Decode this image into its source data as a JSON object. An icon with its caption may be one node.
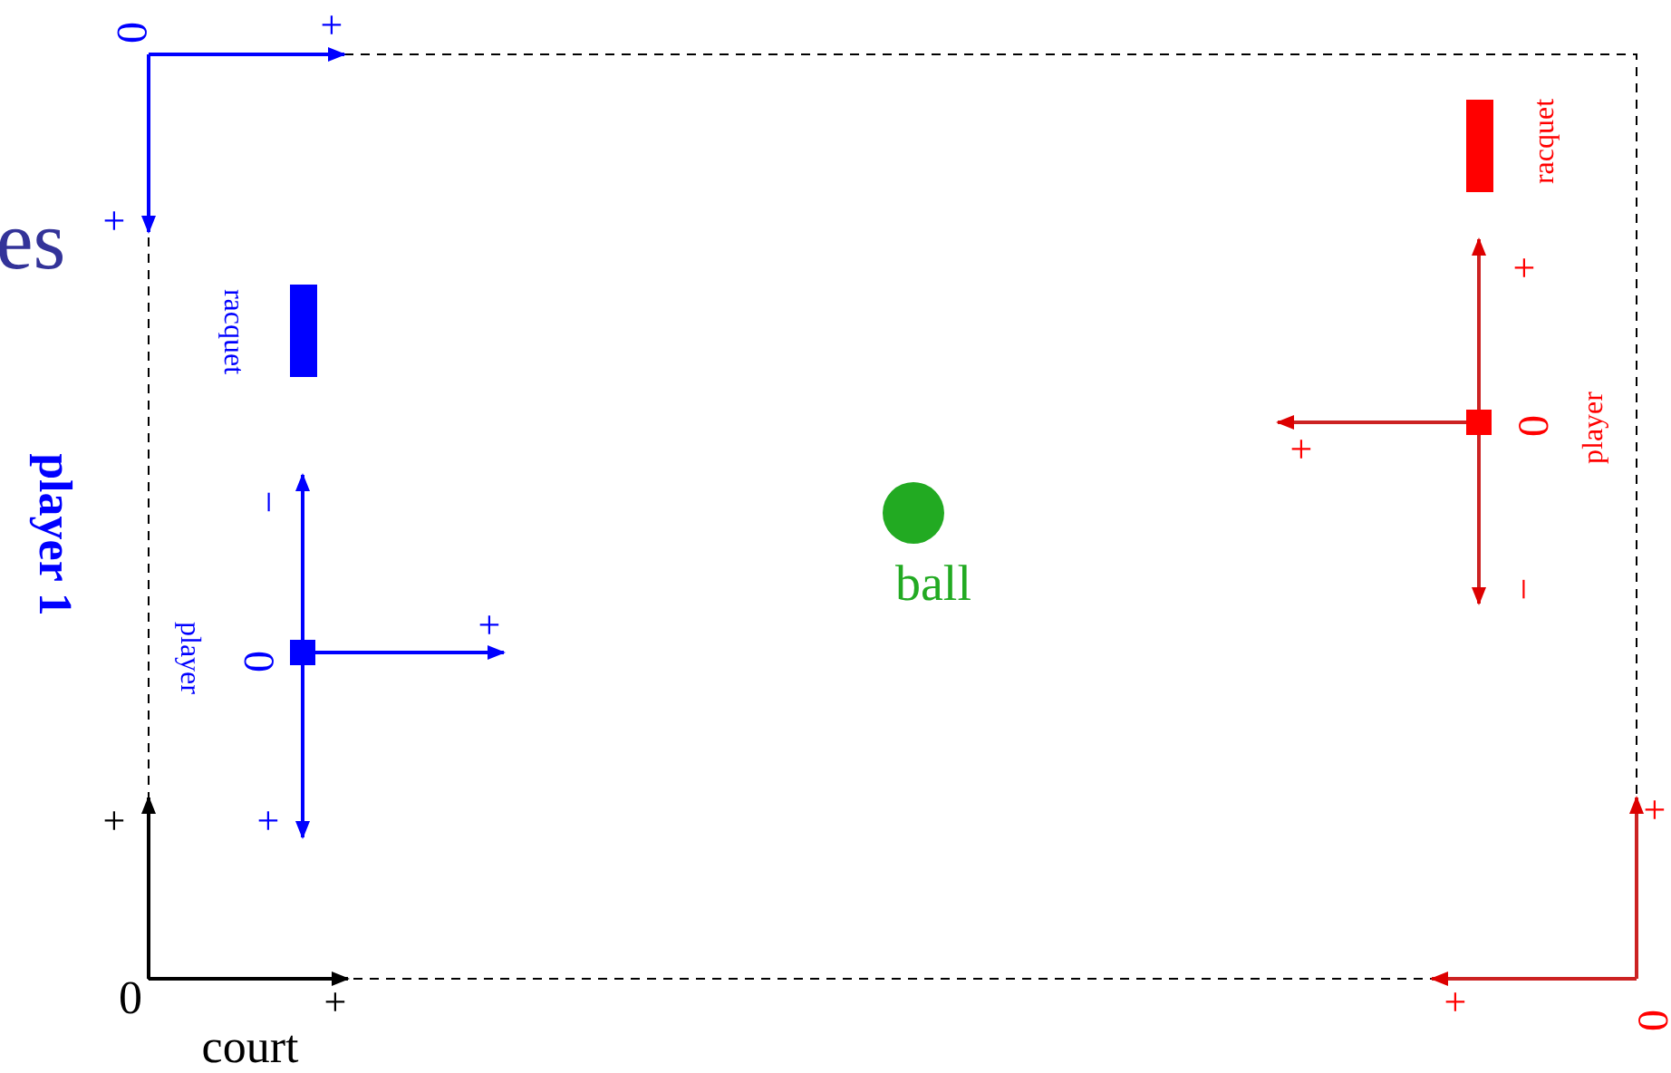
{
  "diagram": {
    "labels": [
      "0",
      "+",
      "es",
      "+",
      "racquet",
      "player 1",
      "−",
      "player",
      "0",
      "+",
      "+",
      "+",
      "0",
      "+",
      "court",
      "ball",
      "racquet",
      "+",
      "+",
      "0",
      "player",
      "−",
      "+",
      "+",
      "0"
    ]
  }
}
